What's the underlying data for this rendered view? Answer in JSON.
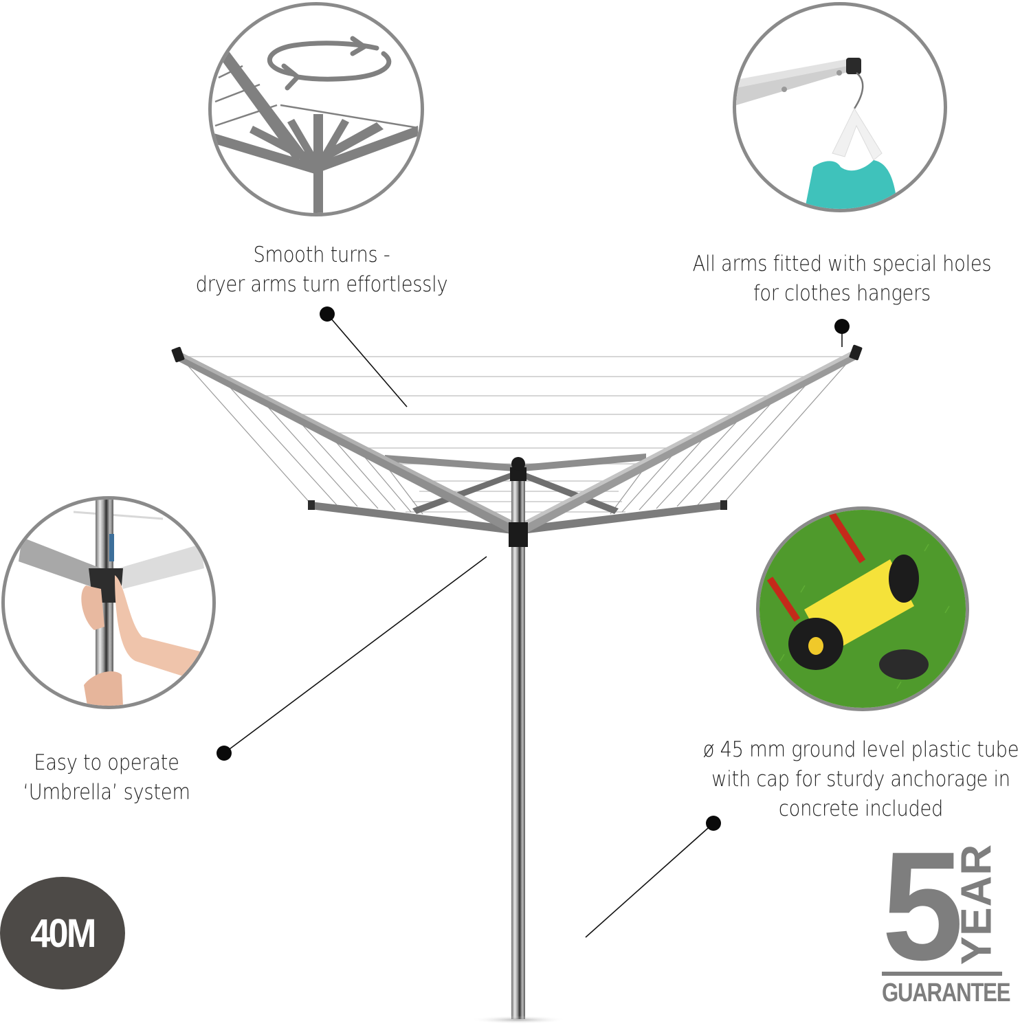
{
  "product": {
    "type": "rotary-clothes-dryer",
    "badge_capacity": "40M",
    "guarantee": {
      "number": "5",
      "unit": "YEAR",
      "label": "GUARANTEE"
    }
  },
  "features": [
    {
      "id": "smooth-turns",
      "inset": "rotation-diagram",
      "lines": [
        "Smooth turns -",
        "dryer arms turn effortlessly"
      ]
    },
    {
      "id": "hanger-holes",
      "inset": "clothes-hanger-photo",
      "lines": [
        "All arms fitted with special holes",
        "for clothes hangers"
      ]
    },
    {
      "id": "umbrella-system",
      "inset": "hand-operating-hub-photo",
      "lines": [
        "Easy to operate",
        "‘Umbrella’ system"
      ]
    },
    {
      "id": "ground-tube",
      "inset": "lawn-ground-tube-photo",
      "lines": [
        "ø 45 mm ground level plastic tube",
        "with cap for sturdy anchorage in",
        "concrete included"
      ]
    }
  ],
  "colors": {
    "inset_border": "#8a8a8a",
    "arm_grey": "#8c8c8c",
    "badge_bg": "#4d4a47",
    "guarantee_grey": "#7e7e7e",
    "callout_dot": "#0a0a0a",
    "grass": "#4f9a2c",
    "roller_yellow": "#f5e23a",
    "shirt_teal": "#3fc2bb"
  }
}
